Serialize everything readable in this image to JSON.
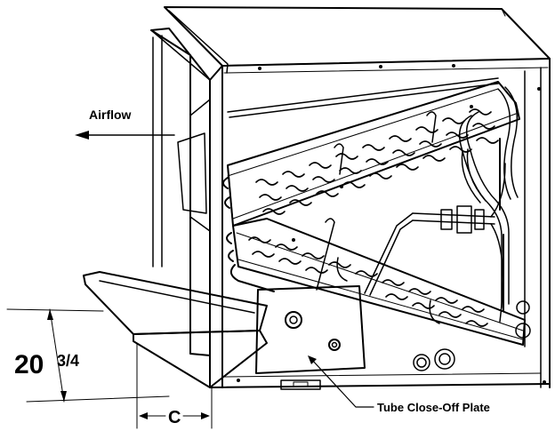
{
  "labels": {
    "airflow": "Airflow",
    "dimension_whole": "20",
    "dimension_fraction": "3/4",
    "dimension_c": "C",
    "tube_plate": "Tube Close-Off Plate"
  }
}
